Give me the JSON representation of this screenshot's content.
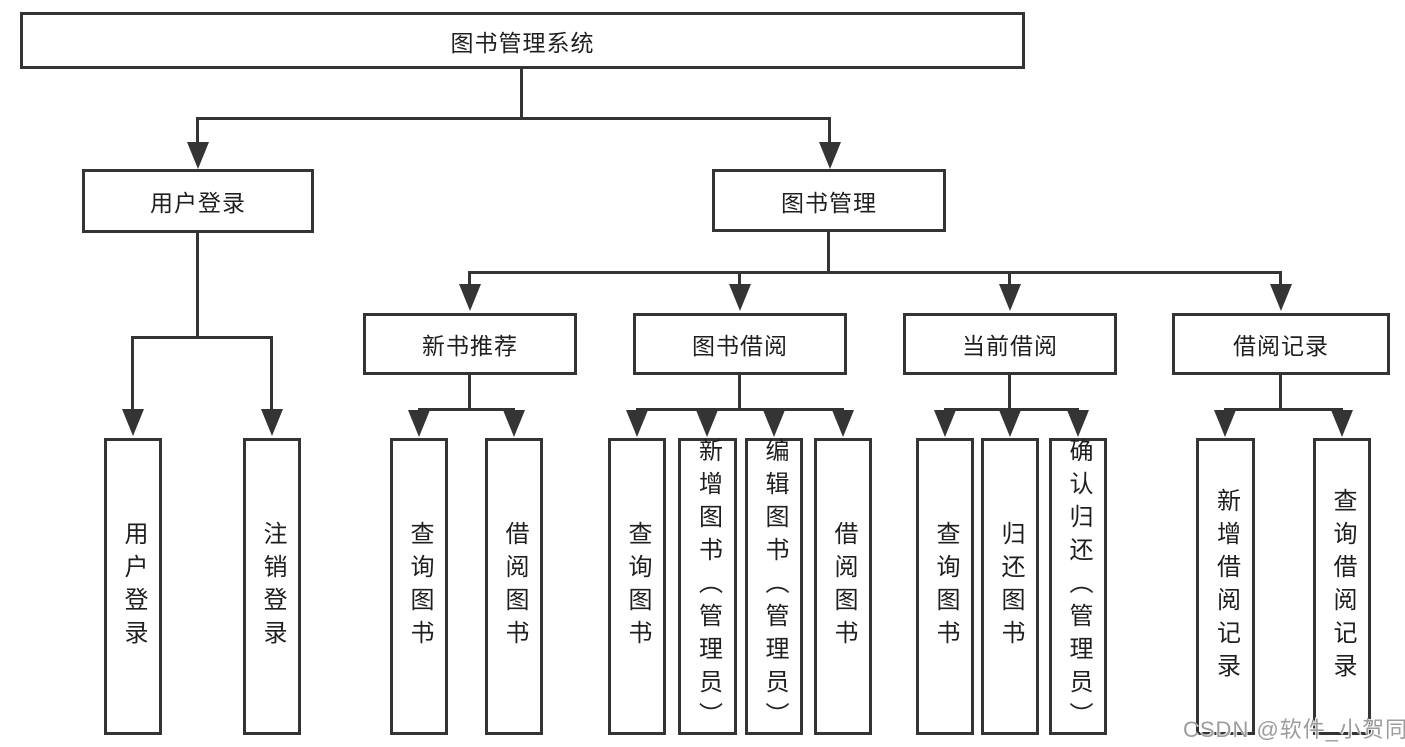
{
  "diagram": {
    "root": {
      "label": "图书管理系统"
    },
    "branches": [
      {
        "label": "用户登录",
        "children": [
          {
            "label": "用户登录"
          },
          {
            "label": "注销登录"
          }
        ]
      },
      {
        "label": "图书管理",
        "children": [
          {
            "label": "新书推荐",
            "children": [
              {
                "label": "查询图书"
              },
              {
                "label": "借阅图书"
              }
            ]
          },
          {
            "label": "图书借阅",
            "children": [
              {
                "label": "查询图书"
              },
              {
                "label": "新增图书（管理员）"
              },
              {
                "label": "编辑图书（管理员）"
              },
              {
                "label": "借阅图书"
              }
            ]
          },
          {
            "label": "当前借阅",
            "children": [
              {
                "label": "查询图书"
              },
              {
                "label": "归还图书"
              },
              {
                "label": "确认归还（管理员）"
              }
            ]
          },
          {
            "label": "借阅记录",
            "children": [
              {
                "label": "新增借阅记录"
              },
              {
                "label": "查询借阅记录"
              }
            ]
          }
        ]
      }
    ]
  },
  "watermark": {
    "text": "CSDN @软件_小贺同学"
  },
  "colors": {
    "line": "#343434",
    "text": "#1f1f1f",
    "watermark": "#9d9d9d",
    "background": "#ffffff"
  }
}
